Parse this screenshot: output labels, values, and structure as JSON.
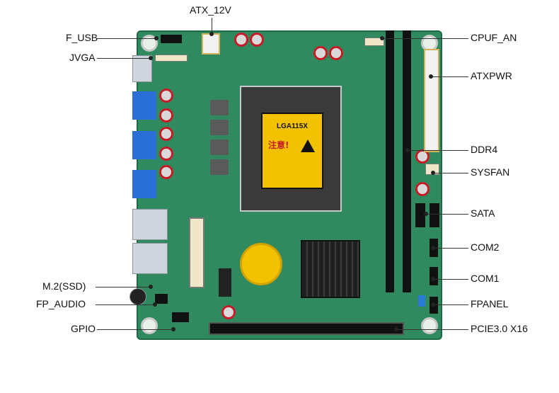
{
  "labels": {
    "atx_12v": "ATX_12V",
    "f_usb": "F_USB",
    "jvga": "JVGA",
    "m2_ssd": "M.2(SSD)",
    "fp_audio": "FP_AUDIO",
    "gpio": "GPIO",
    "cpuf_an": "CPUF_AN",
    "atxpwr": "ATXPWR",
    "ddr4": "DDR4",
    "sysfan": "SYSFAN",
    "sata": "SATA",
    "com2": "COM2",
    "com1": "COM1",
    "fpanel": "FPANEL",
    "pcie": "PCIE3.0 X16"
  },
  "board": {
    "socket_text": "LGA115X",
    "warning_text": "注意!"
  },
  "colors": {
    "pcb": "#2f8a5f",
    "usb": "#2a6fd6",
    "capacitor_band": "#c61c2a",
    "battery": "#f2c200"
  }
}
